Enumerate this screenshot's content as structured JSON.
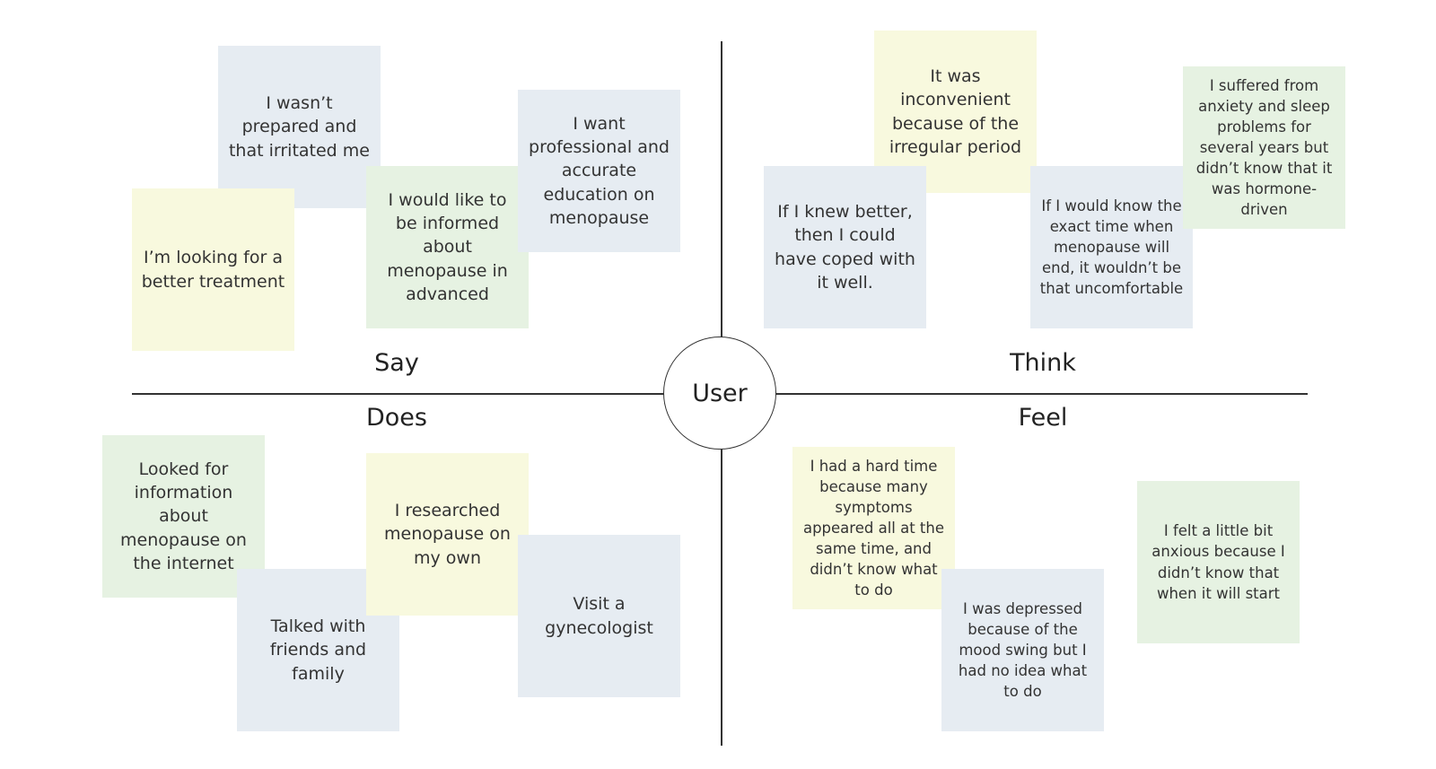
{
  "center": {
    "label": "User"
  },
  "quadrants": {
    "say": "Say",
    "think": "Think",
    "does": "Does",
    "feel": "Feel"
  },
  "colors": {
    "blue": "#e6ecf2",
    "yellow": "#f8f9de",
    "green": "#e6f2e2",
    "line": "#333333"
  },
  "say_notes": [
    {
      "text": "I wasn’t prepared and that irritated me",
      "color": "blue"
    },
    {
      "text": "I’m looking for a better treatment",
      "color": "yellow"
    },
    {
      "text": "I would like to be informed about menopause in advanced",
      "color": "green"
    },
    {
      "text": "I want professional and accurate education on menopause",
      "color": "blue"
    }
  ],
  "think_notes": [
    {
      "text": "It was inconvenient because of the irregular period",
      "color": "yellow"
    },
    {
      "text": "If I knew better, then I could have coped with it well.",
      "color": "blue"
    },
    {
      "text": "If I would know the exact time when menopause will end, it wouldn’t be that uncomfortable",
      "color": "blue"
    },
    {
      "text": "I suffered from anxiety and sleep problems for several years but didn’t know that it was hormone-driven",
      "color": "green"
    }
  ],
  "does_notes": [
    {
      "text": "Looked for information about menopause on the internet",
      "color": "green"
    },
    {
      "text": "Talked with friends and family",
      "color": "blue"
    },
    {
      "text": "I researched menopause on my own",
      "color": "yellow"
    },
    {
      "text": "Visit a gynecologist",
      "color": "blue"
    }
  ],
  "feel_notes": [
    {
      "text": "I had a hard time because many symptoms appeared all at the same time, and didn’t know what to do",
      "color": "yellow"
    },
    {
      "text": "I was depressed because of the mood swing but I had no idea what to do",
      "color": "blue"
    },
    {
      "text": "I felt a little bit anxious because I didn’t know that when it will start",
      "color": "green"
    }
  ]
}
